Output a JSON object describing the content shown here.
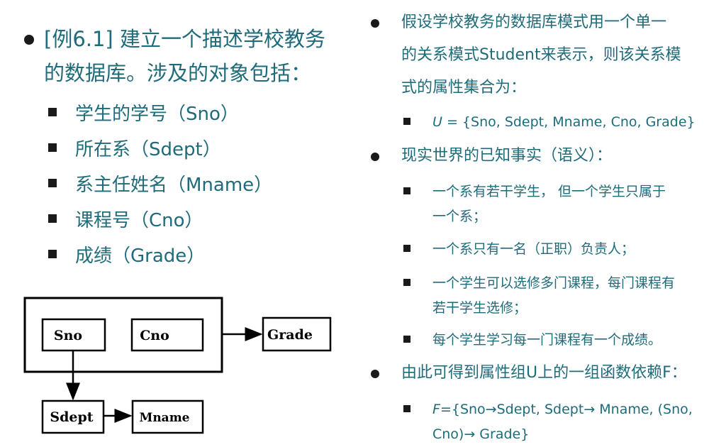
{
  "left": {
    "intro_line1": "[例6.1] 建立一个描述学校教务",
    "intro_line2": "的数据库。涉及的对象包括：",
    "items": [
      "学生的学号（Sno）",
      "所在系（Sdept）",
      "系主任姓名（Mname）",
      "课程号（Cno）",
      "成绩（Grade）"
    ]
  },
  "diagram": {
    "nodes": {
      "sno": "Sno",
      "cno": "Cno",
      "grade": "Grade",
      "sdept": "Sdept",
      "mname": "Mname"
    }
  },
  "right": {
    "p1": {
      "line1": "假设学校教务的数据库模式用一个单一",
      "line2": "的关系模式Student来表示，则该关系模",
      "line3": "式的属性集合为：",
      "sub_var": "U",
      "sub_rest": " = {Sno, Sdept, Mname, Cno, Grade}"
    },
    "p2": {
      "title": "现实世界的已知事实（语义）：",
      "facts": [
        {
          "line1": "一个系有若干学生， 但一个学生只属于",
          "line2": "一个系；"
        },
        {
          "line1": "一个系只有一名（正职）负责人；",
          "line2": ""
        },
        {
          "line1": "一个学生可以选修多门课程，每门课程有",
          "line2": "若干学生选修；"
        },
        {
          "line1": "每个学生学习每一门课程有一个成绩。",
          "line2": ""
        }
      ]
    },
    "p3": {
      "title": "由此可得到属性组U上的一组函数依赖F：",
      "sub_var": "F",
      "sub_line1_rest": "={Sno→Sdept, Sdept→ Mname, (Sno,",
      "sub_line2": "Cno)→ Grade}"
    }
  }
}
